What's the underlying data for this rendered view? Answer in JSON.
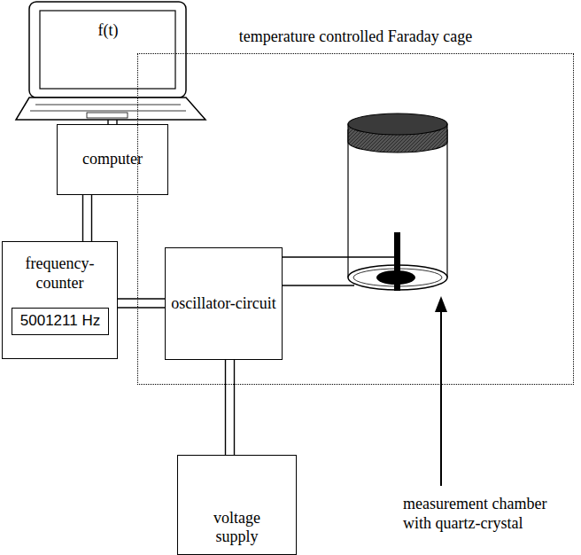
{
  "diagram": {
    "nodes": [
      {
        "text": [
          "f(t)"
        ]
      },
      {
        "text": [
          "computer"
        ]
      },
      {
        "text": [
          "frequency-counter"
        ]
      },
      {
        "text": [
          "5001211 Hz"
        ],
        "in": 2
      },
      {
        "text": [
          "temperature controlled Faraday cage"
        ]
      },
      {
        "text": [
          "oscillator-circuit"
        ],
        "in": 4
      },
      {
        "text": [
          "voltage supply"
        ]
      }
    ],
    "edges": [
      {
        "from": 0,
        "to": 1,
        "arrow": "none"
      },
      {
        "from": 1,
        "to": 2,
        "arrow": "none"
      },
      {
        "from": 2,
        "to": 5,
        "arrow": "none"
      },
      {
        "from": 5,
        "to": 6,
        "arrow": "none"
      }
    ],
    "labels": [
      "measurement chamber with quartz-crystal"
    ]
  }
}
